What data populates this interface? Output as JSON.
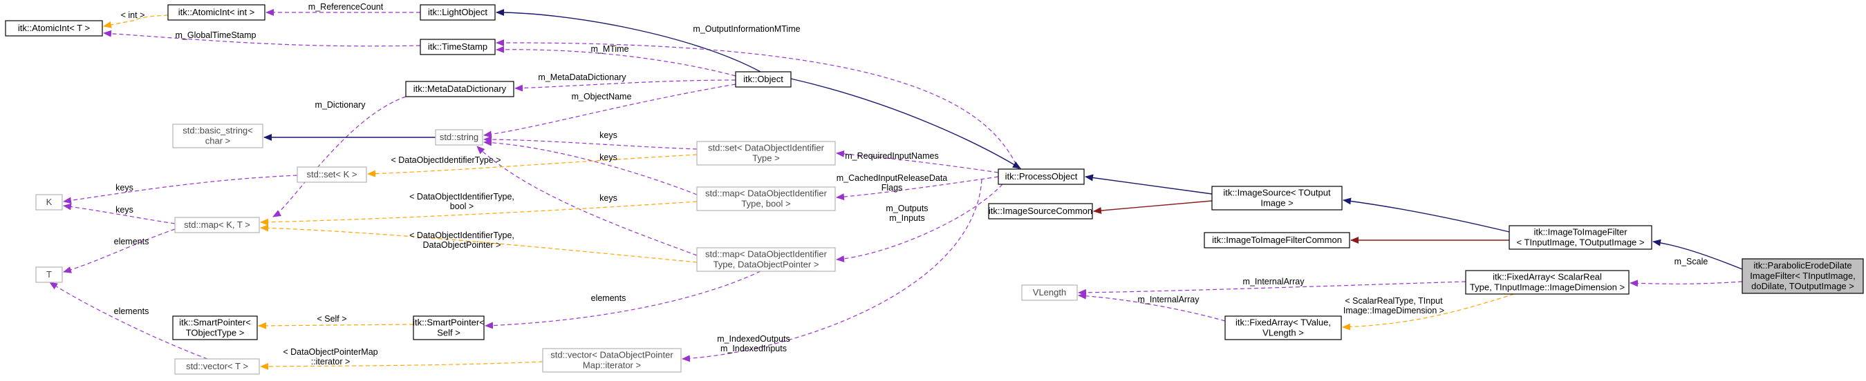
{
  "diagram": {
    "nodes": [
      {
        "id": "atomicint-T",
        "lines": [
          "itk::AtomicInt< T >"
        ],
        "style": "normal"
      },
      {
        "id": "atomicint-int",
        "lines": [
          "itk::AtomicInt< int >"
        ],
        "style": "normal"
      },
      {
        "id": "lightobject",
        "lines": [
          "itk::LightObject"
        ],
        "style": "normal"
      },
      {
        "id": "timestamp",
        "lines": [
          "itk::TimeStamp"
        ],
        "style": "normal"
      },
      {
        "id": "metadatadictionary",
        "lines": [
          "itk::MetaDataDictionary"
        ],
        "style": "normal"
      },
      {
        "id": "object",
        "lines": [
          "itk::Object"
        ],
        "style": "normal"
      },
      {
        "id": "basic-string",
        "lines": [
          "std::basic_string<",
          "char >"
        ],
        "style": "gray"
      },
      {
        "id": "std-string",
        "lines": [
          "std::string"
        ],
        "style": "gray"
      },
      {
        "id": "set-dataobjectidentifier",
        "lines": [
          "std::set< DataObjectIdentifier",
          "Type >"
        ],
        "style": "gray"
      },
      {
        "id": "set-K",
        "lines": [
          "std::set< K >"
        ],
        "style": "gray"
      },
      {
        "id": "K",
        "lines": [
          "K"
        ],
        "style": "gray"
      },
      {
        "id": "map-bool",
        "lines": [
          "std::map< DataObjectIdentifier",
          "Type, bool >"
        ],
        "style": "gray"
      },
      {
        "id": "map-K-T",
        "lines": [
          "std::map< K, T >"
        ],
        "style": "gray"
      },
      {
        "id": "processobject",
        "lines": [
          "itk::ProcessObject"
        ],
        "style": "normal"
      },
      {
        "id": "imagesourcecommon",
        "lines": [
          "itk::ImageSourceCommon"
        ],
        "style": "normal"
      },
      {
        "id": "imagesource",
        "lines": [
          "itk::ImageSource< TOutput",
          "Image >"
        ],
        "style": "normal"
      },
      {
        "id": "imagetoimagefiltercommon",
        "lines": [
          "itk::ImageToImageFilterCommon"
        ],
        "style": "normal"
      },
      {
        "id": "imagetoimagefilter",
        "lines": [
          "itk::ImageToImageFilter",
          "< TInputImage, TOutputImage >"
        ],
        "style": "normal"
      },
      {
        "id": "parabolic",
        "lines": [
          "itk::ParabolicErodeDilate",
          "ImageFilter< TInputImage,",
          "doDilate, TOutputImage >"
        ],
        "style": "focus"
      },
      {
        "id": "T",
        "lines": [
          "T"
        ],
        "style": "gray"
      },
      {
        "id": "map-dataobjectpointer",
        "lines": [
          "std::map< DataObjectIdentifier",
          "Type, DataObjectPointer >"
        ],
        "style": "gray"
      },
      {
        "id": "smartpointer-objecttype",
        "lines": [
          "itk::SmartPointer<",
          "TObjectType >"
        ],
        "style": "normal"
      },
      {
        "id": "smartpointer-self",
        "lines": [
          "itk::SmartPointer<",
          "Self >"
        ],
        "style": "normal"
      },
      {
        "id": "vector-T",
        "lines": [
          "std::vector< T >"
        ],
        "style": "gray"
      },
      {
        "id": "vector-dataobjectpointermap",
        "lines": [
          "std::vector< DataObjectPointer",
          "Map::iterator >"
        ],
        "style": "gray"
      },
      {
        "id": "vlength",
        "lines": [
          "VLength"
        ],
        "style": "gray"
      },
      {
        "id": "fixedarray-tvalue",
        "lines": [
          "itk::FixedArray< TValue,",
          "VLength >"
        ],
        "style": "normal"
      },
      {
        "id": "fixedarray-scalarreal",
        "lines": [
          "itk::FixedArray< ScalarReal",
          "Type, TInputImage::ImageDimension >"
        ],
        "style": "normal"
      }
    ],
    "edge_labels": [
      {
        "id": "lbl-m-referencecount",
        "lines": [
          "m_ReferenceCount"
        ]
      },
      {
        "id": "lbl-int",
        "lines": [
          "< int >"
        ]
      },
      {
        "id": "lbl-m-globaltimestamp",
        "lines": [
          "m_GlobalTimeStamp"
        ]
      },
      {
        "id": "lbl-m-outputinformationmtime",
        "lines": [
          "m_OutputInformationMTime"
        ]
      },
      {
        "id": "lbl-m-mtime",
        "lines": [
          "m_MTime"
        ]
      },
      {
        "id": "lbl-m-metadatadictionary",
        "lines": [
          "m_MetaDataDictionary"
        ]
      },
      {
        "id": "lbl-m-dictionary",
        "lines": [
          "m_Dictionary"
        ]
      },
      {
        "id": "lbl-m-objectname",
        "lines": [
          "m_ObjectName"
        ]
      },
      {
        "id": "lbl-keys-set",
        "lines": [
          "keys"
        ]
      },
      {
        "id": "lbl-keys-map-bool",
        "lines": [
          "keys"
        ]
      },
      {
        "id": "lbl-dataobjectidentifiertype",
        "lines": [
          "< DataObjectIdentifierType >"
        ]
      },
      {
        "id": "lbl-m-requiredinputnames",
        "lines": [
          "m_RequiredInputNames"
        ]
      },
      {
        "id": "lbl-keys-setK",
        "lines": [
          "keys"
        ]
      },
      {
        "id": "lbl-keys-mapKT",
        "lines": [
          "keys"
        ]
      },
      {
        "id": "lbl-m-cachedinputreleasedataflags",
        "lines": [
          "m_CachedInputReleaseData",
          "Flags"
        ]
      },
      {
        "id": "lbl-dataobjectidentifiertype-bool",
        "lines": [
          "< DataObjectIdentifierType,",
          "bool >"
        ]
      },
      {
        "id": "lbl-keys-map-dop",
        "lines": [
          "keys"
        ]
      },
      {
        "id": "lbl-m-outputs-inputs",
        "lines": [
          "m_Outputs",
          "m_Inputs"
        ]
      },
      {
        "id": "lbl-elements-T",
        "lines": [
          "elements"
        ]
      },
      {
        "id": "lbl-dataobjectidentifiertype-dop",
        "lines": [
          "< DataObjectIdentifierType,",
          "DataObjectPointer >"
        ]
      },
      {
        "id": "lbl-m-scale",
        "lines": [
          "m_Scale"
        ]
      },
      {
        "id": "lbl-m-internalarray-1",
        "lines": [
          "m_InternalArray"
        ]
      },
      {
        "id": "lbl-m-internalarray-2",
        "lines": [
          "m_InternalArray"
        ]
      },
      {
        "id": "lbl-scalarrealtype",
        "lines": [
          "< ScalarRealType, TInput",
          "Image::ImageDimension >"
        ]
      },
      {
        "id": "lbl-elements-vector",
        "lines": [
          "elements"
        ]
      },
      {
        "id": "lbl-elements-smartpointer",
        "lines": [
          "elements"
        ]
      },
      {
        "id": "lbl-self",
        "lines": [
          "< Self >"
        ]
      },
      {
        "id": "lbl-m-indexedoutputs",
        "lines": [
          "m_IndexedOutputs",
          "m_IndexedInputs"
        ]
      },
      {
        "id": "lbl-dataobjectpointermap-iterator",
        "lines": [
          "< DataObjectPointerMap",
          "::iterator >"
        ]
      }
    ],
    "colors": {
      "member_edge": "#9a32cd",
      "template_edge": "#ffa500",
      "public_inheritance": "#191970",
      "protected_inheritance": "#8b1a1a",
      "focus_fill": "#bfbfbf",
      "gray_border": "#b4b4b4"
    }
  }
}
